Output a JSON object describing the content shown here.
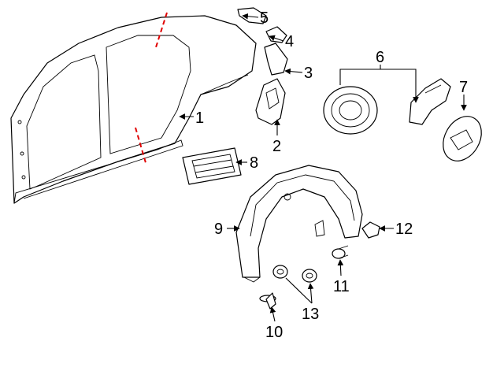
{
  "diagram": {
    "callouts": [
      {
        "id": "1",
        "label": "1"
      },
      {
        "id": "2",
        "label": "2"
      },
      {
        "id": "3",
        "label": "3"
      },
      {
        "id": "4",
        "label": "4"
      },
      {
        "id": "5",
        "label": "5"
      },
      {
        "id": "6",
        "label": "6"
      },
      {
        "id": "7",
        "label": "7"
      },
      {
        "id": "8",
        "label": "8"
      },
      {
        "id": "9",
        "label": "9"
      },
      {
        "id": "10",
        "label": "10"
      },
      {
        "id": "11",
        "label": "11"
      },
      {
        "id": "12",
        "label": "12"
      },
      {
        "id": "13",
        "label": "13"
      }
    ],
    "colors": {
      "line": "#000000",
      "cut_line": "#e00000",
      "background": "#ffffff"
    }
  }
}
